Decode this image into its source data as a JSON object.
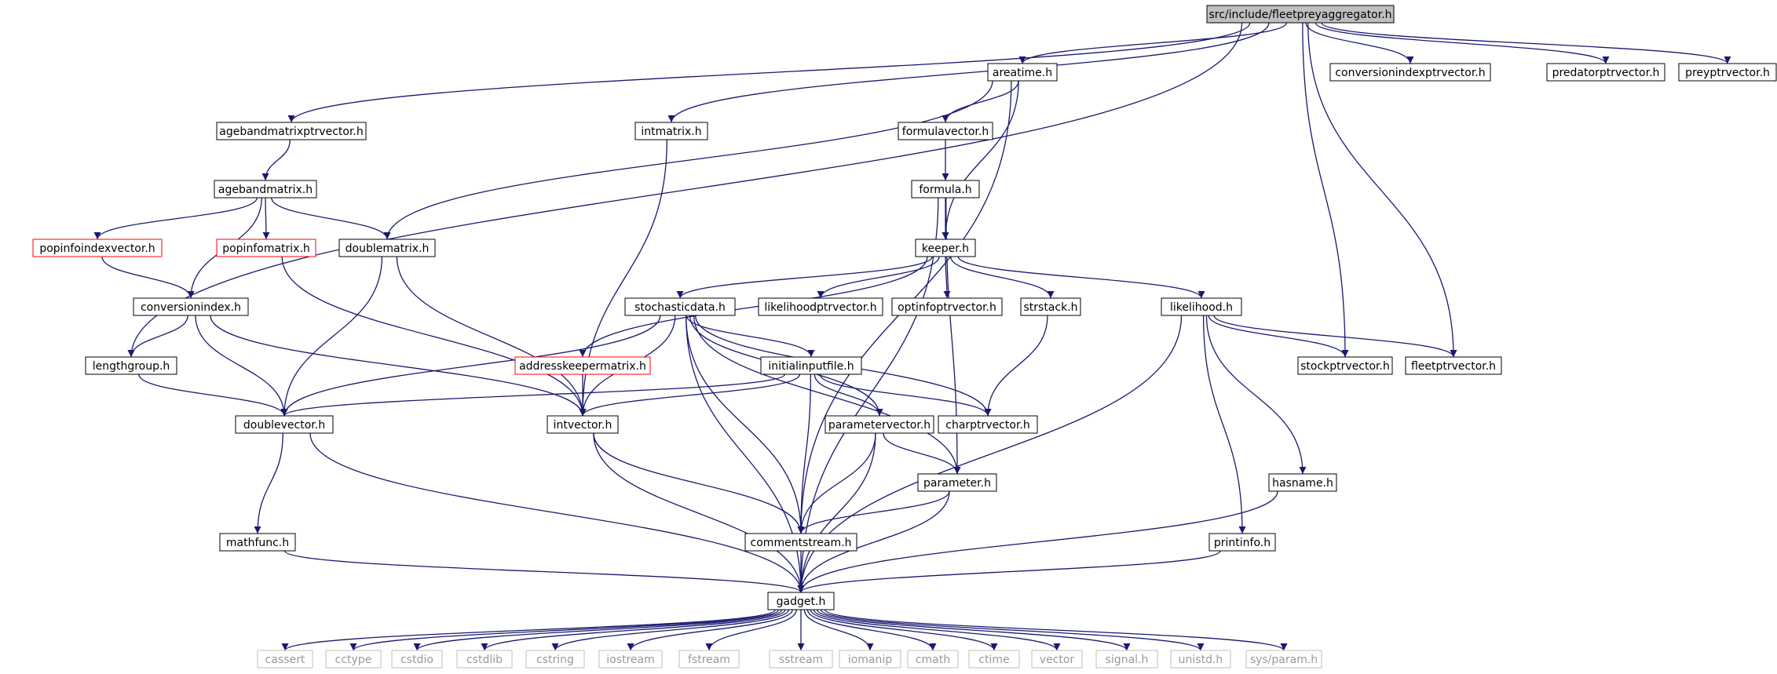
{
  "diagram": {
    "nodes": [
      {
        "id": "root",
        "label": "src/include/fleetpreyaggregator.h",
        "style": "root"
      },
      {
        "id": "areatime",
        "label": "areatime.h",
        "style": "normal"
      },
      {
        "id": "conversionindexptrvector",
        "label": "conversionindexptrvector.h",
        "style": "normal"
      },
      {
        "id": "predatorptrvector",
        "label": "predatorptrvector.h",
        "style": "normal"
      },
      {
        "id": "preyptrvector",
        "label": "preyptrvector.h",
        "style": "normal"
      },
      {
        "id": "agebandmatrixptrvector",
        "label": "agebandmatrixptrvector.h",
        "style": "normal"
      },
      {
        "id": "intmatrix",
        "label": "intmatrix.h",
        "style": "normal"
      },
      {
        "id": "formulavector",
        "label": "formulavector.h",
        "style": "normal"
      },
      {
        "id": "agebandmatrix",
        "label": "agebandmatrix.h",
        "style": "normal"
      },
      {
        "id": "formula",
        "label": "formula.h",
        "style": "normal"
      },
      {
        "id": "popinfoindexvector",
        "label": "popinfoindexvector.h",
        "style": "red"
      },
      {
        "id": "popinfomatrix",
        "label": "popinfomatrix.h",
        "style": "red"
      },
      {
        "id": "doublematrix",
        "label": "doublematrix.h",
        "style": "normal"
      },
      {
        "id": "keeper",
        "label": "keeper.h",
        "style": "normal"
      },
      {
        "id": "conversionindex",
        "label": "conversionindex.h",
        "style": "normal"
      },
      {
        "id": "stochasticdata",
        "label": "stochasticdata.h",
        "style": "normal"
      },
      {
        "id": "likelihoodptrvector",
        "label": "likelihoodptrvector.h",
        "style": "normal"
      },
      {
        "id": "optinfoptrvector",
        "label": "optinfoptrvector.h",
        "style": "normal"
      },
      {
        "id": "strstack",
        "label": "strstack.h",
        "style": "normal"
      },
      {
        "id": "likelihood",
        "label": "likelihood.h",
        "style": "normal"
      },
      {
        "id": "lengthgroup",
        "label": "lengthgroup.h",
        "style": "normal"
      },
      {
        "id": "addresskeepermatrix",
        "label": "addresskeepermatrix.h",
        "style": "red"
      },
      {
        "id": "initialinputfile",
        "label": "initialinputfile.h",
        "style": "normal"
      },
      {
        "id": "stockptrvector",
        "label": "stockptrvector.h",
        "style": "normal"
      },
      {
        "id": "fleetptrvector",
        "label": "fleetptrvector.h",
        "style": "normal"
      },
      {
        "id": "doublevector",
        "label": "doublevector.h",
        "style": "normal"
      },
      {
        "id": "intvector",
        "label": "intvector.h",
        "style": "normal"
      },
      {
        "id": "parametervector",
        "label": "parametervector.h",
        "style": "normal"
      },
      {
        "id": "charptrvector",
        "label": "charptrvector.h",
        "style": "normal"
      },
      {
        "id": "parameter",
        "label": "parameter.h",
        "style": "normal"
      },
      {
        "id": "hasname",
        "label": "hasname.h",
        "style": "normal"
      },
      {
        "id": "mathfunc",
        "label": "mathfunc.h",
        "style": "normal"
      },
      {
        "id": "commentstream",
        "label": "commentstream.h",
        "style": "normal"
      },
      {
        "id": "printinfo",
        "label": "printinfo.h",
        "style": "normal"
      },
      {
        "id": "gadget",
        "label": "gadget.h",
        "style": "normal"
      },
      {
        "id": "cassert",
        "label": "cassert",
        "style": "system"
      },
      {
        "id": "cctype",
        "label": "cctype",
        "style": "system"
      },
      {
        "id": "cstdio",
        "label": "cstdio",
        "style": "system"
      },
      {
        "id": "cstdlib",
        "label": "cstdlib",
        "style": "system"
      },
      {
        "id": "cstring",
        "label": "cstring",
        "style": "system"
      },
      {
        "id": "iostream",
        "label": "iostream",
        "style": "system"
      },
      {
        "id": "fstream",
        "label": "fstream",
        "style": "system"
      },
      {
        "id": "sstream",
        "label": "sstream",
        "style": "system"
      },
      {
        "id": "iomanip",
        "label": "iomanip",
        "style": "system"
      },
      {
        "id": "cmath",
        "label": "cmath",
        "style": "system"
      },
      {
        "id": "ctime",
        "label": "ctime",
        "style": "system"
      },
      {
        "id": "vector",
        "label": "vector",
        "style": "system"
      },
      {
        "id": "signal",
        "label": "signal.h",
        "style": "system"
      },
      {
        "id": "unistd",
        "label": "unistd.h",
        "style": "system"
      },
      {
        "id": "sysparam",
        "label": "sys/param.h",
        "style": "system"
      }
    ],
    "edges": [
      [
        "root",
        "areatime"
      ],
      [
        "root",
        "conversionindexptrvector"
      ],
      [
        "root",
        "predatorptrvector"
      ],
      [
        "root",
        "preyptrvector"
      ],
      [
        "root",
        "agebandmatrixptrvector"
      ],
      [
        "root",
        "intmatrix"
      ],
      [
        "root",
        "lengthgroup"
      ],
      [
        "root",
        "stockptrvector"
      ],
      [
        "root",
        "fleetptrvector"
      ],
      [
        "areatime",
        "formulavector"
      ],
      [
        "areatime",
        "keeper"
      ],
      [
        "areatime",
        "doublematrix"
      ],
      [
        "areatime",
        "commentstream"
      ],
      [
        "agebandmatrixptrvector",
        "agebandmatrix"
      ],
      [
        "intmatrix",
        "intvector"
      ],
      [
        "formulavector",
        "formula"
      ],
      [
        "formula",
        "keeper"
      ],
      [
        "formula",
        "parameter"
      ],
      [
        "formula",
        "gadget"
      ],
      [
        "agebandmatrix",
        "popinfoindexvector"
      ],
      [
        "agebandmatrix",
        "popinfomatrix"
      ],
      [
        "agebandmatrix",
        "doublematrix"
      ],
      [
        "agebandmatrix",
        "conversionindex"
      ],
      [
        "popinfoindexvector",
        "conversionindex"
      ],
      [
        "popinfomatrix",
        "intvector"
      ],
      [
        "doublematrix",
        "doublevector"
      ],
      [
        "doublematrix",
        "intvector"
      ],
      [
        "keeper",
        "stochasticdata"
      ],
      [
        "keeper",
        "likelihoodptrvector"
      ],
      [
        "keeper",
        "optinfoptrvector"
      ],
      [
        "keeper",
        "strstack"
      ],
      [
        "keeper",
        "likelihood"
      ],
      [
        "keeper",
        "addresskeepermatrix"
      ],
      [
        "conversionindex",
        "lengthgroup"
      ],
      [
        "conversionindex",
        "doublevector"
      ],
      [
        "conversionindex",
        "intvector"
      ],
      [
        "stochasticdata",
        "doublevector"
      ],
      [
        "stochasticdata",
        "intvector"
      ],
      [
        "stochasticdata",
        "initialinputfile"
      ],
      [
        "stochasticdata",
        "parametervector"
      ],
      [
        "stochasticdata",
        "charptrvector"
      ],
      [
        "stochasticdata",
        "parameter"
      ],
      [
        "stochasticdata",
        "commentstream"
      ],
      [
        "stochasticdata",
        "gadget"
      ],
      [
        "strstack",
        "charptrvector"
      ],
      [
        "likelihood",
        "stockptrvector"
      ],
      [
        "likelihood",
        "fleetptrvector"
      ],
      [
        "likelihood",
        "hasname"
      ],
      [
        "likelihood",
        "printinfo"
      ],
      [
        "likelihood",
        "gadget"
      ],
      [
        "lengthgroup",
        "doublevector"
      ],
      [
        "addresskeepermatrix",
        "intvector"
      ],
      [
        "initialinputfile",
        "doublevector"
      ],
      [
        "initialinputfile",
        "intvector"
      ],
      [
        "initialinputfile",
        "parametervector"
      ],
      [
        "initialinputfile",
        "charptrvector"
      ],
      [
        "initialinputfile",
        "commentstream"
      ],
      [
        "doublevector",
        "mathfunc"
      ],
      [
        "doublevector",
        "gadget"
      ],
      [
        "intvector",
        "commentstream"
      ],
      [
        "intvector",
        "gadget"
      ],
      [
        "parametervector",
        "parameter"
      ],
      [
        "parametervector",
        "commentstream"
      ],
      [
        "parametervector",
        "gadget"
      ],
      [
        "parameter",
        "commentstream"
      ],
      [
        "parameter",
        "gadget"
      ],
      [
        "hasname",
        "gadget"
      ],
      [
        "mathfunc",
        "gadget"
      ],
      [
        "commentstream",
        "gadget"
      ],
      [
        "printinfo",
        "gadget"
      ],
      [
        "gadget",
        "cassert"
      ],
      [
        "gadget",
        "cctype"
      ],
      [
        "gadget",
        "cstdio"
      ],
      [
        "gadget",
        "cstdlib"
      ],
      [
        "gadget",
        "cstring"
      ],
      [
        "gadget",
        "iostream"
      ],
      [
        "gadget",
        "fstream"
      ],
      [
        "gadget",
        "sstream"
      ],
      [
        "gadget",
        "iomanip"
      ],
      [
        "gadget",
        "cmath"
      ],
      [
        "gadget",
        "ctime"
      ],
      [
        "gadget",
        "vector"
      ],
      [
        "gadget",
        "signal"
      ],
      [
        "gadget",
        "unistd"
      ],
      [
        "gadget",
        "sysparam"
      ]
    ],
    "colors": {
      "edge": "#191970",
      "node_border": "#000000",
      "root_fill": "#bfbfbf",
      "red_border": "#ff0000",
      "system_border": "#bfbfbf",
      "system_text": "#999999"
    }
  }
}
